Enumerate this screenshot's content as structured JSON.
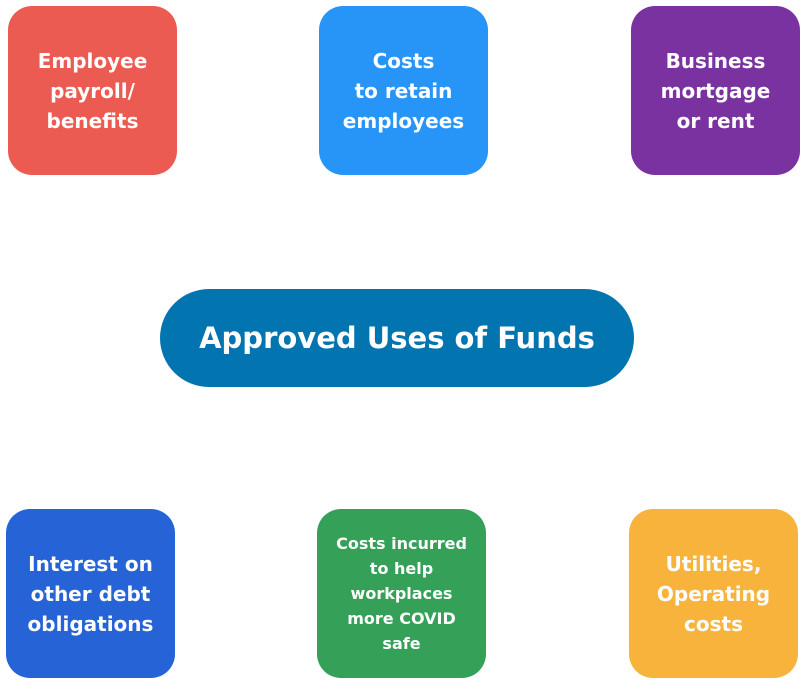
{
  "center": {
    "label": "Approved Uses of Funds",
    "color": "#0275B1"
  },
  "items": [
    {
      "label": "Employee\npayroll/\nbenefits",
      "color": "#EC5B52"
    },
    {
      "label": "Costs\nto retain\nemployees",
      "color": "#2794F8"
    },
    {
      "label": "Business\nmortgage\nor rent",
      "color": "#7A32A0"
    },
    {
      "label": "Interest on\nother debt\nobligations",
      "color": "#2563D6"
    },
    {
      "label": "Costs incurred\nto help\nworkplaces\nmore COVID\nsafe",
      "color": "#34A058"
    },
    {
      "label": "Utilities,\nOperating\ncosts",
      "color": "#F8B33D"
    }
  ]
}
